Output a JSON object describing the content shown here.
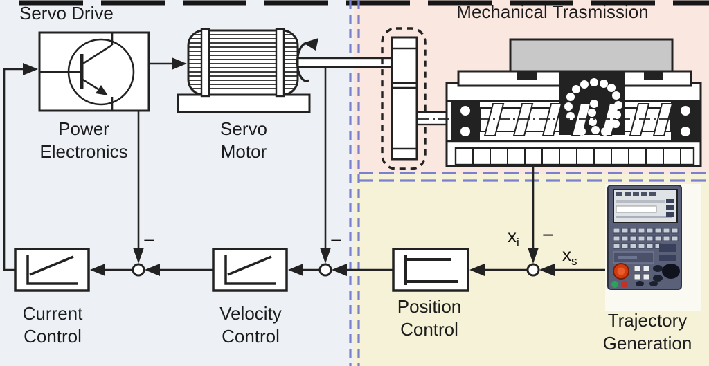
{
  "figure": {
    "regions": {
      "servo_drive": {
        "title": "Servo Drive",
        "bg": "#edf1f6"
      },
      "mechanical_transmission": {
        "title": "Mechanical Trasmission",
        "bg": "#f9e7e0"
      },
      "control_loops": {
        "bg": "#f5f2d7"
      }
    },
    "blocks": {
      "power_electronics": {
        "label": "Power Electronics"
      },
      "servo_motor": {
        "label": "Servo Motor"
      },
      "current_control": {
        "label": "Current Control"
      },
      "velocity_control": {
        "label": "Velocity Control"
      },
      "position_control": {
        "label": "Position Control"
      },
      "trajectory_generation": {
        "label": "Trajectory Generation"
      }
    },
    "signals": {
      "position_feedback": {
        "base": "x",
        "sub": "i"
      },
      "position_setpoint": {
        "base": "x",
        "sub": "s"
      },
      "minus": "−"
    },
    "colors": {
      "divider": "#7b80cc",
      "line": "#222222",
      "table_fill": "#c8c8c8",
      "cnc_panel": "#596078",
      "emergency_button": "#d23a10"
    }
  }
}
